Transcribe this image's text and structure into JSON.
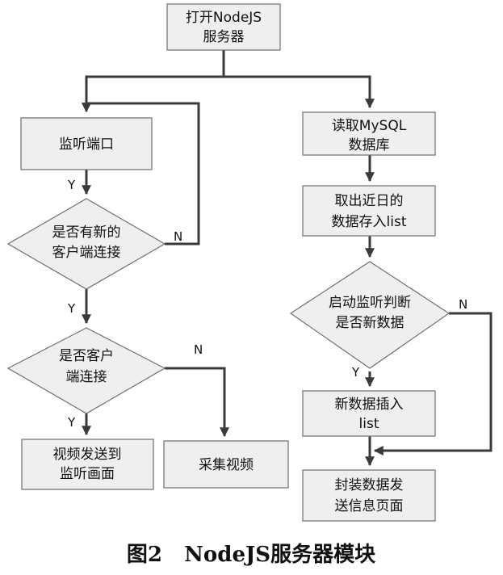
{
  "nodes": {
    "start": [
      "打开NodeJS",
      "服务器"
    ],
    "listen_port": [
      "监听端口"
    ],
    "new_client": [
      "是否有新的",
      "客户端连接"
    ],
    "client_connected": [
      "是否客户",
      "端连接"
    ],
    "send_video": [
      "视频发送到",
      "监听画面"
    ],
    "capture_video": [
      "采集视频"
    ],
    "read_mysql": [
      "读取MySQL",
      "数据库"
    ],
    "fetch_recent": [
      "取出近日的",
      "数据存入list"
    ],
    "judge_new": [
      "启动监听判断",
      "是否新数据"
    ],
    "insert_new": [
      "新数据插入",
      "list"
    ],
    "package_send": [
      "封装数据发",
      "送信息页面"
    ]
  },
  "edge_labels": {
    "y1": "Y",
    "n1": "N",
    "y2": "Y",
    "n2": "N",
    "y3": "Y",
    "y4": "Y",
    "n4": "N"
  },
  "caption": "图2   NodeJS服务器模块"
}
